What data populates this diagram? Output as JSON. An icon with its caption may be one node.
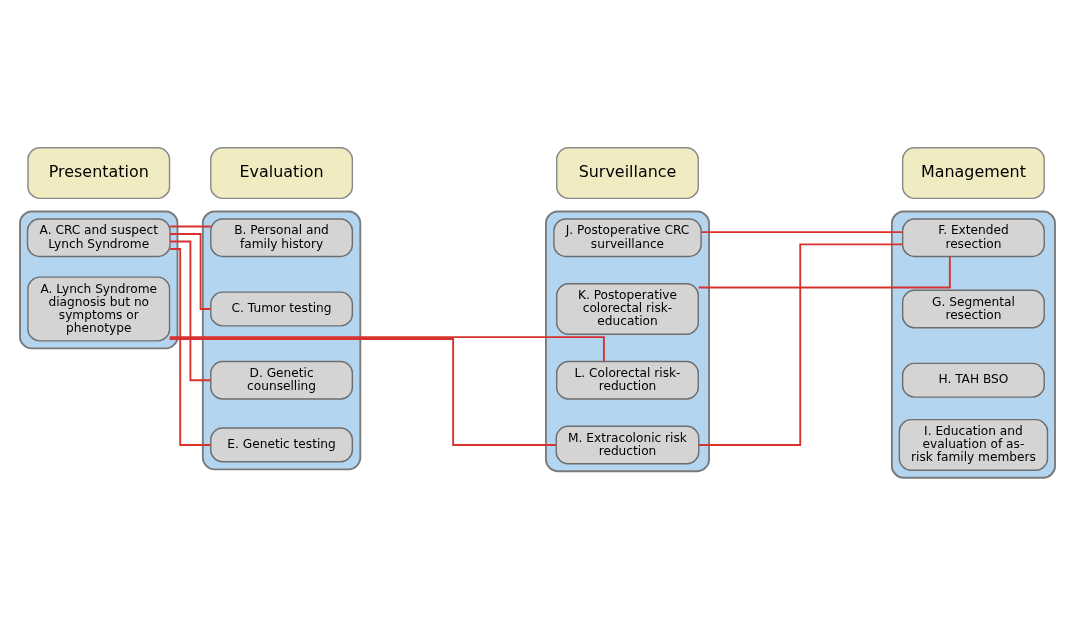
{
  "diagram": {
    "nodes": [
      {
        "text": [
          "Presentation"
        ]
      },
      {
        "text": [
          "Evaluation"
        ]
      },
      {
        "text": [
          "Management"
        ]
      },
      {
        "text": [
          "Surveillance"
        ]
      },
      {
        "text": [],
        "shape": "box"
      },
      {
        "text": [
          "A. CRC and suspect Lynch Syndrome"
        ],
        "in": 4
      },
      {
        "text": [
          "A. Lynch Syndrome diagnosis but no symptoms or phenotype"
        ],
        "in": 4
      },
      {
        "text": [],
        "shape": "box"
      },
      {
        "text": [
          "B. Personal and family history"
        ],
        "in": 7
      },
      {
        "text": [
          "C. Tumor testing"
        ],
        "in": 7
      },
      {
        "text": [
          "D. Genetic counselling"
        ],
        "in": 7
      },
      {
        "text": [
          "E. Genetic testing"
        ],
        "in": 7
      },
      {
        "text": [],
        "shape": "box"
      },
      {
        "text": [
          "F. Extended resection"
        ],
        "in": 12
      },
      {
        "text": [
          "G. Segmental resection"
        ],
        "in": 12
      },
      {
        "text": [
          "H. TAH BSO"
        ],
        "in": 12
      },
      {
        "text": [
          "I. Education and evaluation of as-risk family members"
        ],
        "in": 12
      },
      {
        "text": [],
        "shape": "box"
      },
      {
        "text": [
          "J. Postoperative CRC surveillance"
        ],
        "in": 17
      },
      {
        "text": [
          "K. Postoperative colorectal risk-education"
        ],
        "in": 17
      },
      {
        "text": [
          "L. Colorectal risk-reduction"
        ],
        "in": 17
      },
      {
        "text": [
          "M. Extracolonic risk reduction"
        ],
        "in": 17
      }
    ],
    "edges": [
      {
        "from": 5,
        "to": 8,
        "arrow": "none"
      },
      {
        "from": 5,
        "to": 9,
        "arrow": "none"
      },
      {
        "from": 5,
        "to": 10,
        "arrow": "none"
      },
      {
        "from": 5,
        "to": 11,
        "arrow": "none"
      },
      {
        "from": 13,
        "to": 18,
        "arrow": "none"
      },
      {
        "from": 13,
        "to": 19,
        "arrow": "none"
      },
      {
        "from": 13,
        "to": 21,
        "arrow": "none"
      },
      {
        "from": 6,
        "to": 20,
        "arrow": "none"
      },
      {
        "from": 6,
        "to": 21,
        "arrow": "none"
      }
    ]
  }
}
